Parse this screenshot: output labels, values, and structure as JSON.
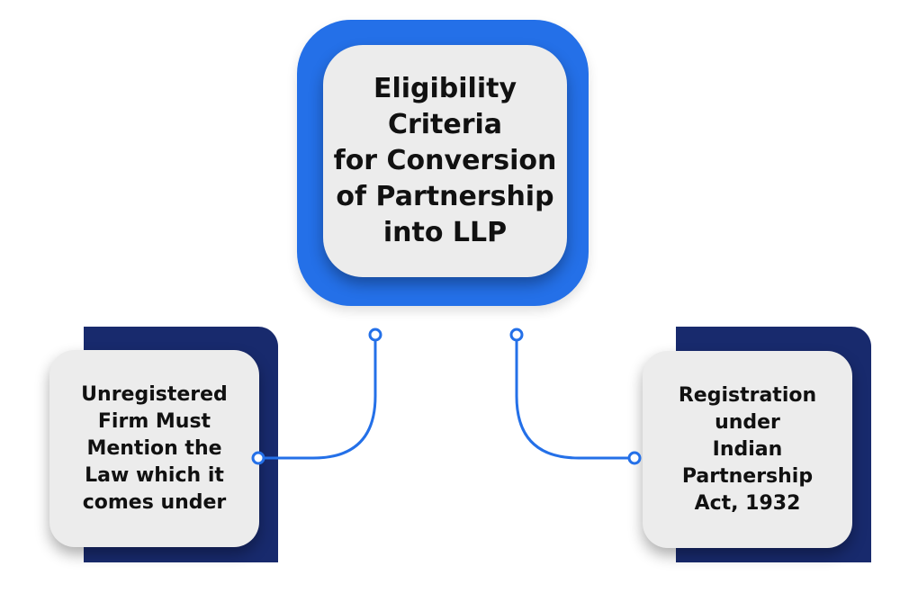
{
  "diagram": {
    "accent_color": "#2470e8",
    "dark_color": "#182a6d",
    "box_color": "#ececec",
    "center": {
      "text": "Eligibility\nCriteria\nfor Conversion\nof Partnership\ninto LLP"
    },
    "left": {
      "text": "Unregistered\nFirm Must\nMention the\nLaw which it\ncomes under"
    },
    "right": {
      "text": "Registration\nunder\nIndian\nPartnership\nAct, 1932"
    }
  }
}
